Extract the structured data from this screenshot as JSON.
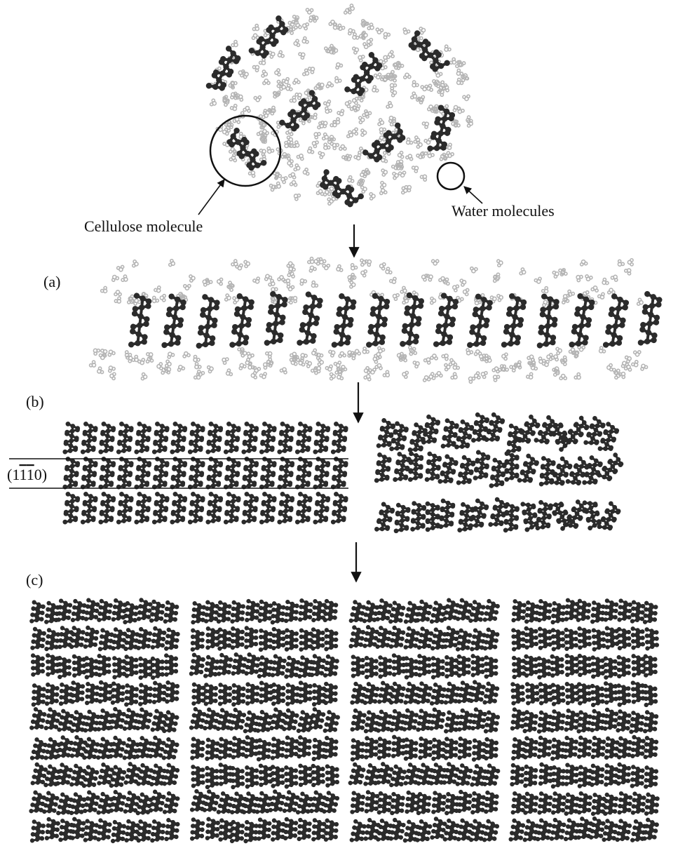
{
  "labels": {
    "cellulose": "Cellulose molecule",
    "water": "Water molecules",
    "panel_a": "(a)",
    "panel_b": "(b)",
    "panel_c": "(c)",
    "plane": {
      "open": "(1",
      "bar1": "1",
      "bar2": "1",
      "close": "0)"
    }
  },
  "colors": {
    "cellulose_atom": "#2b2b2b",
    "water_atom": "#b4b4b4",
    "line": "#111111",
    "background": "#ffffff"
  }
}
